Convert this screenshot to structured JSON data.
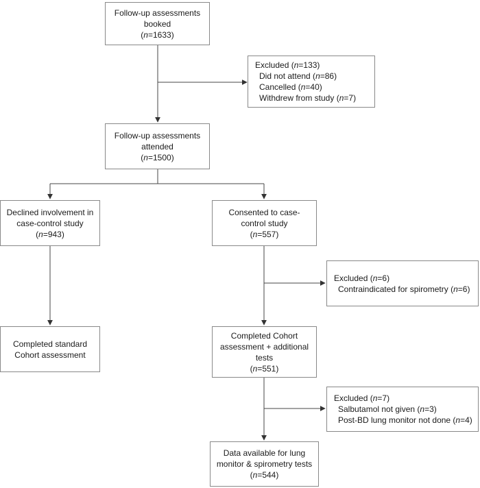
{
  "flowchart": {
    "booked": {
      "lines": [
        "Follow-up assessments",
        "booked"
      ],
      "n_prefix": "(",
      "n_label": "n",
      "n_value": "=1633)"
    },
    "excluded_1": {
      "title_prefix": "Excluded (",
      "title_n": "n",
      "title_value": "=133)",
      "items": [
        {
          "text": "Did not attend (",
          "n": "n",
          "value": "=86)"
        },
        {
          "text": "Cancelled (",
          "n": "n",
          "value": "=40)"
        },
        {
          "text": "Withdrew from study (",
          "n": "n",
          "value": "=7)"
        }
      ]
    },
    "attended": {
      "lines": [
        "Follow-up assessments",
        "attended"
      ],
      "n_prefix": "(",
      "n_label": "n",
      "n_value": "=1500)"
    },
    "declined": {
      "lines": [
        "Declined involvement in",
        "case-control study"
      ],
      "n_prefix": "(",
      "n_label": "n",
      "n_value": "=943)"
    },
    "consented": {
      "lines": [
        "Consented to case-",
        "control study"
      ],
      "n_prefix": "(",
      "n_label": "n",
      "n_value": "=557)"
    },
    "excluded_2": {
      "title_prefix": "Excluded (",
      "title_n": "n",
      "title_value": "=6)",
      "items": [
        {
          "text": "Contraindicated for spirometry (",
          "n": "n",
          "value": "=6)"
        }
      ]
    },
    "standard": {
      "lines": [
        "Completed standard",
        "Cohort assessment"
      ]
    },
    "completed": {
      "lines": [
        "Completed Cohort",
        "assessment + additional",
        "tests"
      ],
      "n_prefix": "(",
      "n_label": "n",
      "n_value": "=551)"
    },
    "excluded_3": {
      "title_prefix": "Excluded (",
      "title_n": "n",
      "title_value": "=7)",
      "items": [
        {
          "text": "Salbutamol not given (",
          "n": "n",
          "value": "=3)"
        },
        {
          "text": "Post-BD lung monitor not done (",
          "n": "n",
          "value": "=4)"
        }
      ]
    },
    "available": {
      "lines": [
        "Data available for lung",
        "monitor & spirometry tests"
      ],
      "n_prefix": "(",
      "n_label": "n",
      "n_value": "=544)"
    }
  },
  "colors": {
    "line": "#444444",
    "border": "#888888",
    "text": "#1a1a1a"
  }
}
